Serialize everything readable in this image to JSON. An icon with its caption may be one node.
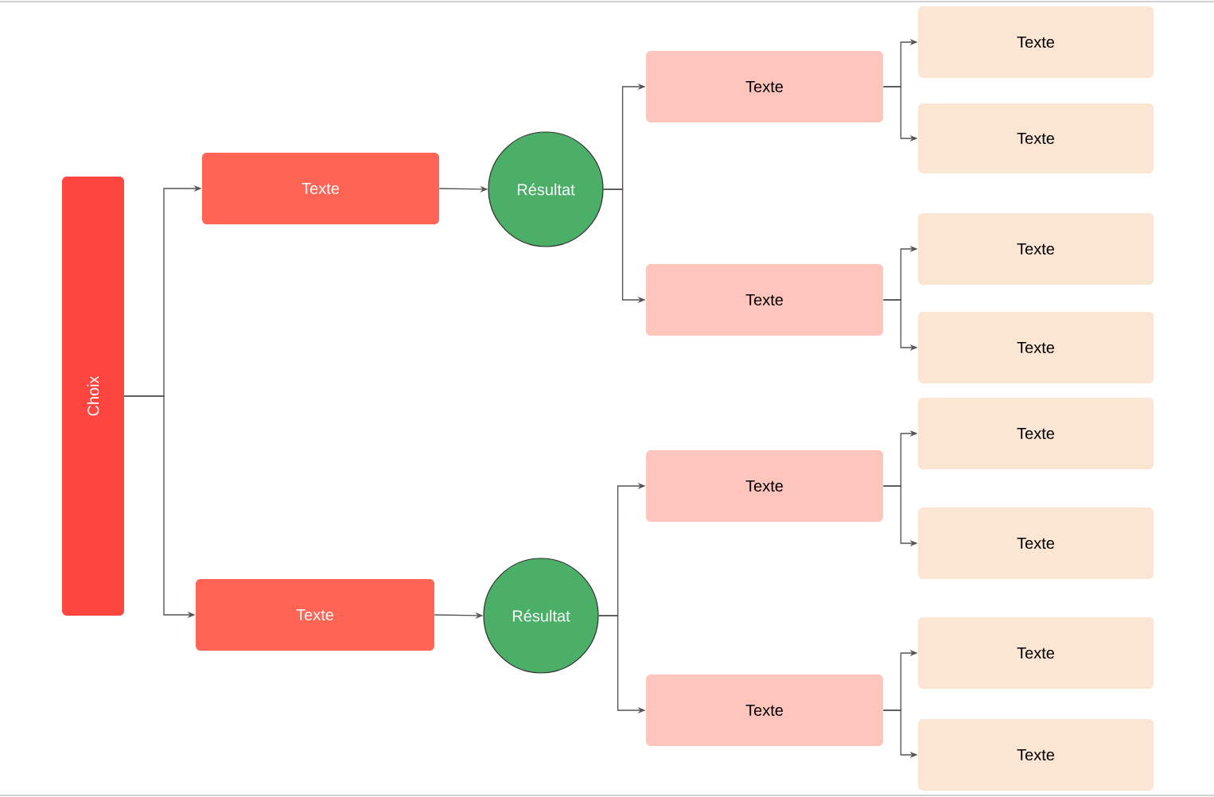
{
  "diagram": {
    "nodes": [
      {
        "text": [
          "Choix"
        ]
      },
      {
        "text": [
          "Texte"
        ]
      },
      {
        "text": [
          "Résultat"
        ]
      },
      {
        "text": [
          "Texte"
        ]
      },
      {
        "text": [
          "Texte"
        ]
      },
      {
        "text": [
          "Texte"
        ]
      },
      {
        "text": [
          "Texte"
        ]
      },
      {
        "text": [
          "Texte"
        ]
      },
      {
        "text": [
          "Texte"
        ]
      },
      {
        "text": [
          "Texte"
        ]
      },
      {
        "text": [
          "Résultat"
        ]
      },
      {
        "text": [
          "Texte"
        ]
      },
      {
        "text": [
          "Texte"
        ]
      },
      {
        "text": [
          "Texte"
        ]
      },
      {
        "text": [
          "Texte"
        ]
      },
      {
        "text": [
          "Texte"
        ]
      },
      {
        "text": [
          "Texte"
        ]
      }
    ],
    "edges": [
      {
        "from": 0,
        "to": 1,
        "arrow": "to"
      },
      {
        "from": 0,
        "to": 9,
        "arrow": "to"
      },
      {
        "from": 1,
        "to": 2,
        "arrow": "to"
      },
      {
        "from": 2,
        "to": 3,
        "arrow": "to"
      },
      {
        "from": 2,
        "to": 6,
        "arrow": "to"
      },
      {
        "from": 3,
        "to": 4,
        "arrow": "to"
      },
      {
        "from": 3,
        "to": 5,
        "arrow": "to"
      },
      {
        "from": 6,
        "to": 7,
        "arrow": "to"
      },
      {
        "from": 6,
        "to": 8,
        "arrow": "to"
      },
      {
        "from": 9,
        "to": 10,
        "arrow": "to"
      },
      {
        "from": 10,
        "to": 11,
        "arrow": "to"
      },
      {
        "from": 10,
        "to": 14,
        "arrow": "to"
      },
      {
        "from": 11,
        "to": 12,
        "arrow": "to"
      },
      {
        "from": 11,
        "to": 13,
        "arrow": "to"
      },
      {
        "from": 14,
        "to": 15,
        "arrow": "to"
      },
      {
        "from": 14,
        "to": 16,
        "arrow": "to"
      }
    ]
  }
}
